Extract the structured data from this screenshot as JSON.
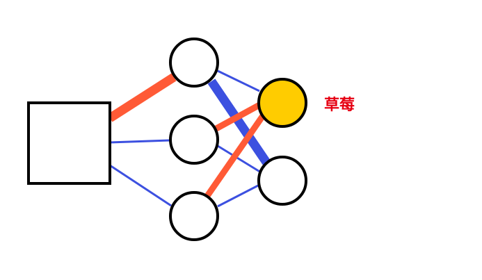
{
  "colors": {
    "positive_edge": "#ff5a36",
    "negative_edge": "#3c50e0",
    "node_stroke": "#000000",
    "node_fill": "#ffffff",
    "active_output_fill": "#ffcc00",
    "label": "#e60012"
  },
  "network": {
    "input_node": {
      "shape": "square"
    },
    "hidden_nodes": [
      {
        "name": "hidden-node-top"
      },
      {
        "name": "hidden-node-middle"
      },
      {
        "name": "hidden-node-bottom"
      }
    ],
    "output_nodes": [
      {
        "name": "output-node-top",
        "active": true
      },
      {
        "name": "output-node-bottom",
        "active": false
      }
    ],
    "edges": [
      {
        "from": "input",
        "to": "hidden-node-top",
        "sign": "positive",
        "weight": "strong"
      },
      {
        "from": "input",
        "to": "hidden-node-middle",
        "sign": "negative",
        "weight": "weak"
      },
      {
        "from": "input",
        "to": "hidden-node-bottom",
        "sign": "negative",
        "weight": "weak"
      },
      {
        "from": "hidden-node-top",
        "to": "output-node-top",
        "sign": "negative",
        "weight": "weak"
      },
      {
        "from": "hidden-node-top",
        "to": "output-node-bottom",
        "sign": "negative",
        "weight": "strong"
      },
      {
        "from": "hidden-node-middle",
        "to": "output-node-top",
        "sign": "positive",
        "weight": "medium"
      },
      {
        "from": "hidden-node-middle",
        "to": "output-node-bottom",
        "sign": "negative",
        "weight": "weak"
      },
      {
        "from": "hidden-node-bottom",
        "to": "output-node-top",
        "sign": "positive",
        "weight": "medium"
      },
      {
        "from": "hidden-node-bottom",
        "to": "output-node-bottom",
        "sign": "negative",
        "weight": "weak"
      }
    ]
  },
  "labels": {
    "output_top": "草莓"
  }
}
